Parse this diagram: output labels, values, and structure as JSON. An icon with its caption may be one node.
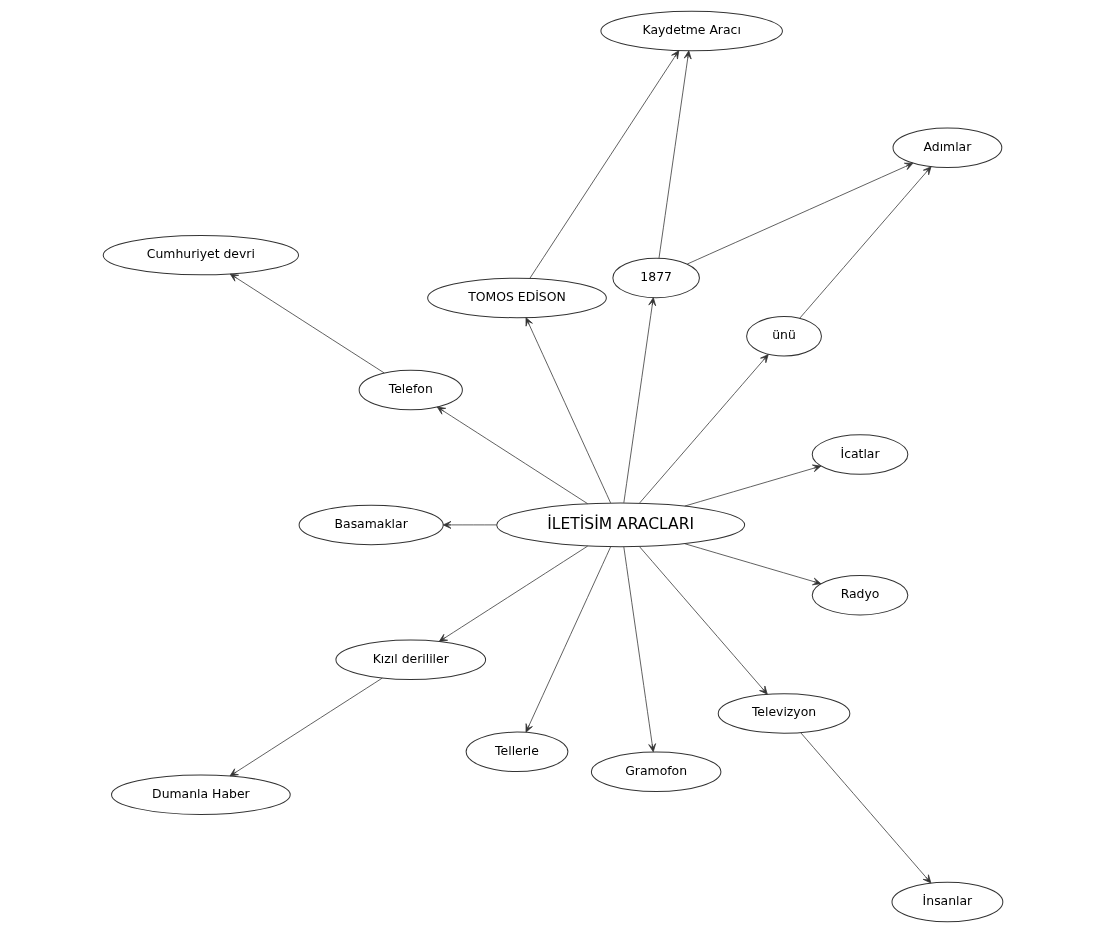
{
  "diagram": {
    "nodes": [
      {
        "text": [
          "İLETİSİM ARACLARI"
        ]
      },
      {
        "text": [
          "Adımlar"
        ]
      },
      {
        "text": [
          "İcatlar"
        ]
      },
      {
        "text": [
          "Cumhuriyet devri"
        ]
      },
      {
        "text": [
          "ünü"
        ]
      },
      {
        "text": [
          "1877"
        ]
      },
      {
        "text": [
          "Kaydetme Aracı"
        ]
      },
      {
        "text": [
          "TOMOS EDİSON"
        ]
      },
      {
        "text": [
          "Telefon"
        ]
      },
      {
        "text": [
          "Basamaklar"
        ]
      },
      {
        "text": [
          "Kızıl derililer"
        ]
      },
      {
        "text": [
          "Tellerle"
        ]
      },
      {
        "text": [
          "Gramofon"
        ]
      },
      {
        "text": [
          "Televizyon"
        ]
      },
      {
        "text": [
          "Radyo"
        ]
      },
      {
        "text": [
          "Dumanla Haber"
        ]
      },
      {
        "text": [
          "İnsanlar"
        ]
      }
    ],
    "edges": [
      {
        "from": 0,
        "to": 2,
        "arrow": "to"
      },
      {
        "from": 0,
        "to": 4,
        "arrow": "to"
      },
      {
        "from": 0,
        "to": 5,
        "arrow": "to"
      },
      {
        "from": 0,
        "to": 7,
        "arrow": "to"
      },
      {
        "from": 0,
        "to": 8,
        "arrow": "to"
      },
      {
        "from": 0,
        "to": 9,
        "arrow": "to"
      },
      {
        "from": 0,
        "to": 10,
        "arrow": "to"
      },
      {
        "from": 0,
        "to": 11,
        "arrow": "to"
      },
      {
        "from": 0,
        "to": 13,
        "arrow": "to"
      },
      {
        "from": 0,
        "to": 12,
        "arrow": "to"
      },
      {
        "from": 0,
        "to": 14,
        "arrow": "to"
      },
      {
        "from": 8,
        "to": 3,
        "arrow": "to"
      },
      {
        "from": 4,
        "to": 1,
        "arrow": "to"
      },
      {
        "from": 5,
        "to": 1,
        "arrow": "to"
      },
      {
        "from": 5,
        "to": 6,
        "arrow": "to"
      },
      {
        "from": 7,
        "to": 6,
        "arrow": "to"
      },
      {
        "from": 10,
        "to": 15,
        "arrow": "to"
      },
      {
        "from": 13,
        "to": 16,
        "arrow": "to"
      }
    ]
  }
}
